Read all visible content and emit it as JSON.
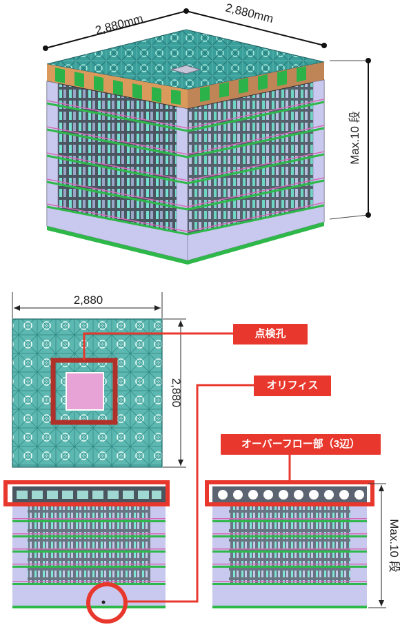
{
  "iso_view": {
    "width_label_left": "2,880mm",
    "width_label_right": "2,880mm",
    "height_label": "Max.10 段"
  },
  "plan_view": {
    "width_label": "2,880",
    "height_label": "2,880"
  },
  "side_view": {
    "height_label": "Max.10 段"
  },
  "callouts": {
    "inspection_hole": "点検孔",
    "orifice": "オリフィス",
    "overflow": "オーバーフロー部（3辺）"
  },
  "colors": {
    "accent_red": "#e8372c",
    "frame_green": "#2fb84a",
    "panel_lavender": "#c9c8ee",
    "grid_teal": "#2a8a8c",
    "top_cyan": "#8fd3c8",
    "inspection_pink": "#e7a2d6"
  }
}
